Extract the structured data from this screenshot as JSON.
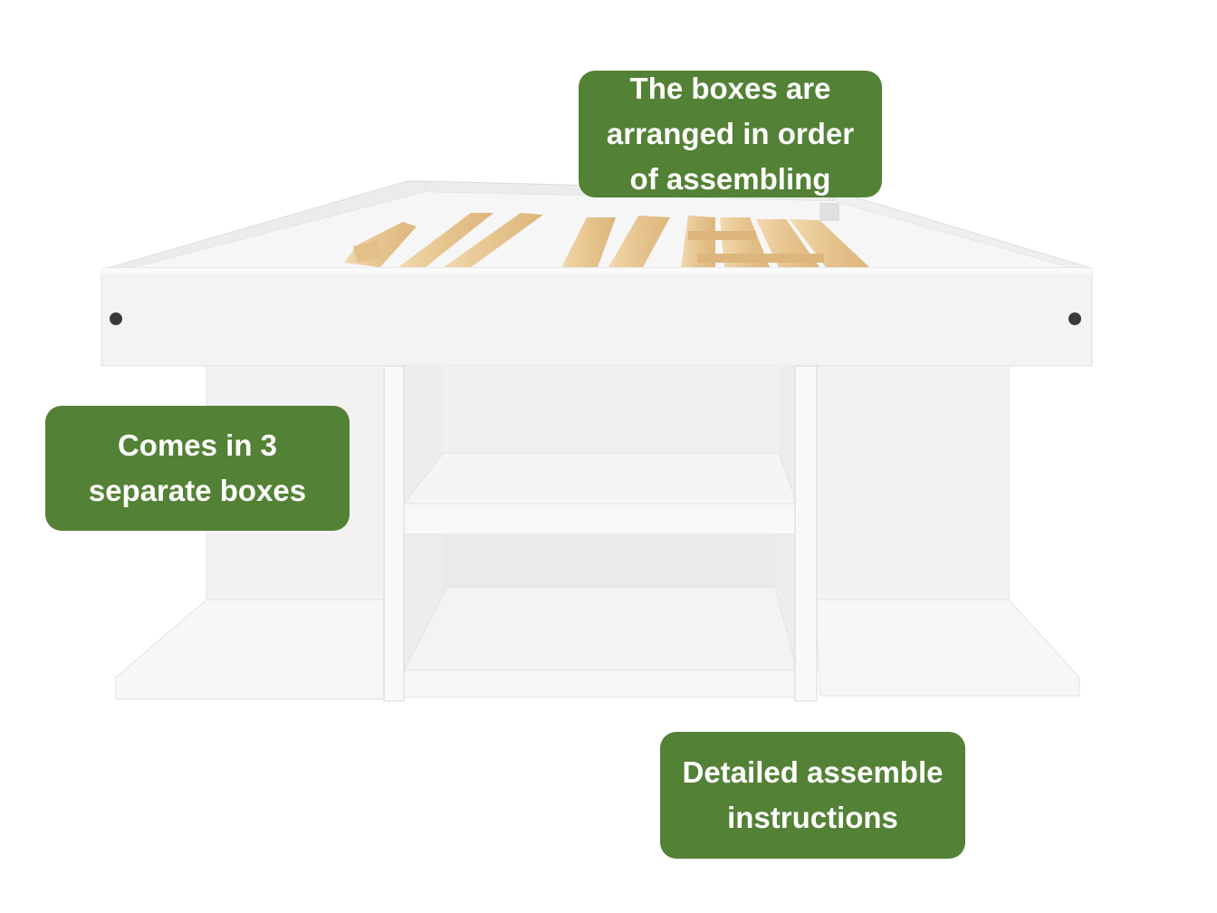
{
  "callouts": {
    "top": {
      "lines": [
        "The boxes are",
        "arranged in order",
        "of assembling"
      ]
    },
    "left": {
      "lines": [
        "Comes in 3",
        "separate boxes"
      ]
    },
    "bottom": {
      "lines": [
        "Detailed assemble",
        "instructions"
      ]
    }
  },
  "colors": {
    "callout_bg": "#538135",
    "callout_text": "#ffffff",
    "furniture": "#f4f4f4",
    "slats": "#e8c895"
  }
}
